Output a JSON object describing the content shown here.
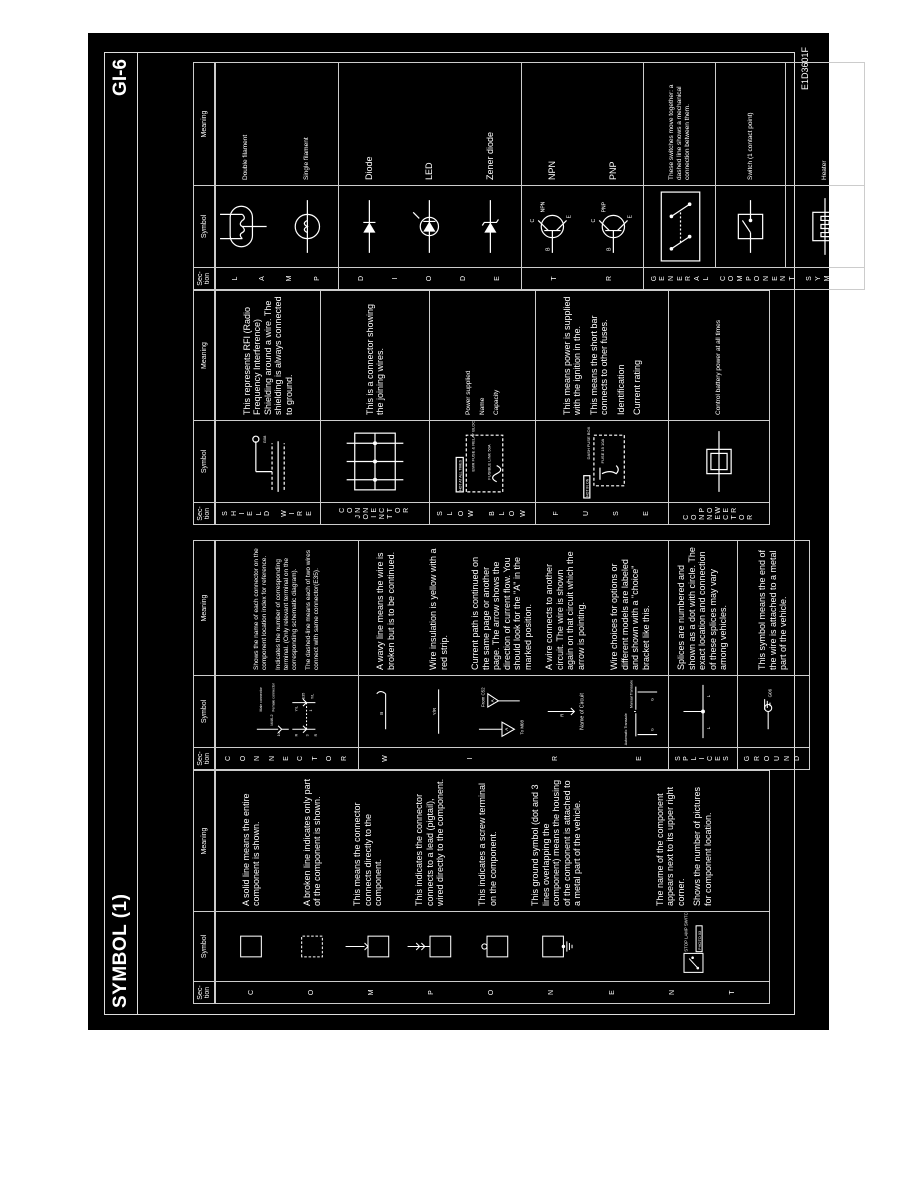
{
  "header": {
    "title": "SYMBOL (1)",
    "page": "GI-6",
    "code": "E1D3601F"
  },
  "columns": {
    "section": "Sec-tion",
    "symbol": "Symbol",
    "meaning": "Meaning"
  },
  "tables": [
    {
      "sections": [
        {
          "label": "COMPONENT",
          "rows": [
            {
              "icon": "solid-box",
              "meaning": [
                "A solid line means the entire component is shown."
              ]
            },
            {
              "icon": "dashed-box",
              "meaning": [
                "A broken line indicates only part of the component is shown."
              ]
            },
            {
              "icon": "connector-direct",
              "meaning": [
                "This means the connector connects directly to the component."
              ]
            },
            {
              "icon": "pigtail",
              "meaning": [
                "This indicates the connector connects to a lead (pigtail), wired directly to the component."
              ]
            },
            {
              "icon": "screw-terminal",
              "meaning": [
                "This indicates a screw terminal on the component."
              ]
            },
            {
              "icon": "ground-housing",
              "meaning": [
                "This ground symbol (dot and 3 lines overlapping the component) means the housing of the component is attached to a metal part of the vehicle."
              ]
            },
            {
              "icon": "component-name",
              "labels": [
                "STOP LAMP SWITCH",
                "PHOTO 03"
              ],
              "meaning": [
                "The name of the component appears next to its upper right corner.",
                "Shows the number of pictures for component location."
              ]
            }
          ]
        }
      ]
    },
    {
      "sections": [
        {
          "label": "CONNECTOR",
          "rows": [
            {
              "icon": "connector",
              "small": true,
              "labels": [
                "10",
                "M46-2",
                "Male connector",
                "Female connector",
                "R",
                "3",
                "Y/L",
                "1",
                "E35",
                "Y/L",
                "R"
              ],
              "meaning": [
                "Shows the name of each connector on the component location index for reference.",
                "Indicates the number of corresponding terminal. (Only relevant terminal on the corresponding schematic diagram).",
                "The dashed-line means each of two wires connect with same connector(E35)."
              ]
            }
          ]
        },
        {
          "label": "W I R E",
          "rows": [
            {
              "icon": "wavy-wire",
              "labels": [
                "B"
              ],
              "meaning": [
                "A wavy line means the wire is broken but is to be continued."
              ]
            },
            {
              "icon": "wire-color",
              "labels": [
                "Y/R"
              ],
              "meaning": [
                "Wire insulation is yellow with a red strip."
              ]
            },
            {
              "icon": "continuation",
              "labels": [
                "From C52",
                "A",
                "A",
                "To M08"
              ],
              "meaning": [
                "Current path is continued on the same page or another page. The arrow shows the direction of current flow. You should look for the \"A\" in the marked position."
              ]
            },
            {
              "icon": "circuit",
              "labels": [
                "R",
                "Name of Circuit"
              ],
              "meaning": [
                "A wire connects to another circuit. The wire is shown again on that circuit which the arrow is pointing."
              ]
            },
            {
              "icon": "choice",
              "labels": [
                "Automatic Transaxle",
                "Manual Transaxle",
                "G",
                "G"
              ],
              "meaning": [
                "Wire choices for options or different models are labeled and shown with a \"choice\" bracket like this."
              ]
            }
          ]
        },
        {
          "label": "SPLICES",
          "rows": [
            {
              "icon": "splice",
              "labels": [
                "L",
                "L"
              ],
              "meaning": [
                "Splices are numbered and shown as a dot with circle. The exact location and connection of these splices may vary among vehicles."
              ]
            }
          ]
        },
        {
          "label": "GROUND",
          "rows": [
            {
              "icon": "ground",
              "labels": [
                "G06"
              ],
              "meaning": [
                "This symbol means the end of the wire is attached to a metal part of the vehicle."
              ]
            }
          ]
        }
      ]
    },
    {
      "sections": [
        {
          "label": "SHIELD WIRE",
          "rows": [
            {
              "icon": "shield-wire",
              "labels": [
                "G08"
              ],
              "meaning": [
                "This represents RFI (Radio Frequency Interference) Shielding around a wire. The shielding is always connected to ground."
              ]
            }
          ]
        },
        {
          "label": "JOINT CONNECTOR",
          "rows": [
            {
              "icon": "joint-connector",
              "meaning": [
                "This is a connector showing the joining wires."
              ]
            }
          ]
        },
        {
          "label": "SLOW BLOW",
          "rows": [
            {
              "icon": "slow-blow",
              "small": true,
              "labels": [
                "HOT AT ALL TIMES",
                "EMR FUSE & RELAY BLOCK",
                "FUSIBLE LINK 50A"
              ],
              "meaning": [
                "Power supplied",
                "Name",
                "Capacity"
              ]
            }
          ]
        },
        {
          "label": "FUSE",
          "rows": [
            {
              "icon": "fuse",
              "labels": [
                "HOT IN ON",
                "DASH FUSE BOX",
                "FUSE 15 10A"
              ],
              "meaning": [
                "This means power is supplied with the ignition in the.",
                "This means the short bar connects to other fuses.",
                "Identification",
                "Current rating"
              ]
            }
          ]
        },
        {
          "label": "CONNECTOR POWER",
          "rows": [
            {
              "icon": "power-connector",
              "small": true,
              "meaning": [
                "Control battery power at all times"
              ]
            }
          ]
        }
      ]
    },
    {
      "sections": [
        {
          "label": "LAMP",
          "rows": [
            {
              "icon": "double-filament",
              "small": true,
              "meaning": [
                "Double filament"
              ]
            },
            {
              "icon": "single-filament",
              "small": true,
              "meaning": [
                "Single filament"
              ]
            }
          ]
        },
        {
          "label": "DIODE",
          "rows": [
            {
              "icon": "diode",
              "meaning": [
                "Diode"
              ]
            },
            {
              "icon": "led",
              "meaning": [
                "LED"
              ]
            },
            {
              "icon": "zener-diode",
              "meaning": [
                "Zener diode"
              ]
            }
          ]
        },
        {
          "label": "TR",
          "rows": [
            {
              "icon": "npn-transistor",
              "labels": [
                "C",
                "NPN",
                "B",
                "E"
              ],
              "meaning": [
                "NPN"
              ]
            },
            {
              "icon": "pnp-transistor",
              "labels": [
                "C",
                "PNP",
                "B",
                "E"
              ],
              "meaning": [
                "PNP"
              ]
            }
          ]
        },
        {
          "label": "GENERAL COMPONENT SYMBOL",
          "rows": [
            {
              "icon": "ganged-switch",
              "small": true,
              "meaning": [
                "These switches move together: a dashed line shows a mechanical connection between them."
              ]
            },
            {
              "icon": "switch",
              "small": true,
              "meaning": [
                "Switch (1 contact point)"
              ]
            },
            {
              "icon": "heater",
              "small": true,
              "meaning": [
                "Heater"
              ]
            }
          ]
        }
      ]
    }
  ]
}
